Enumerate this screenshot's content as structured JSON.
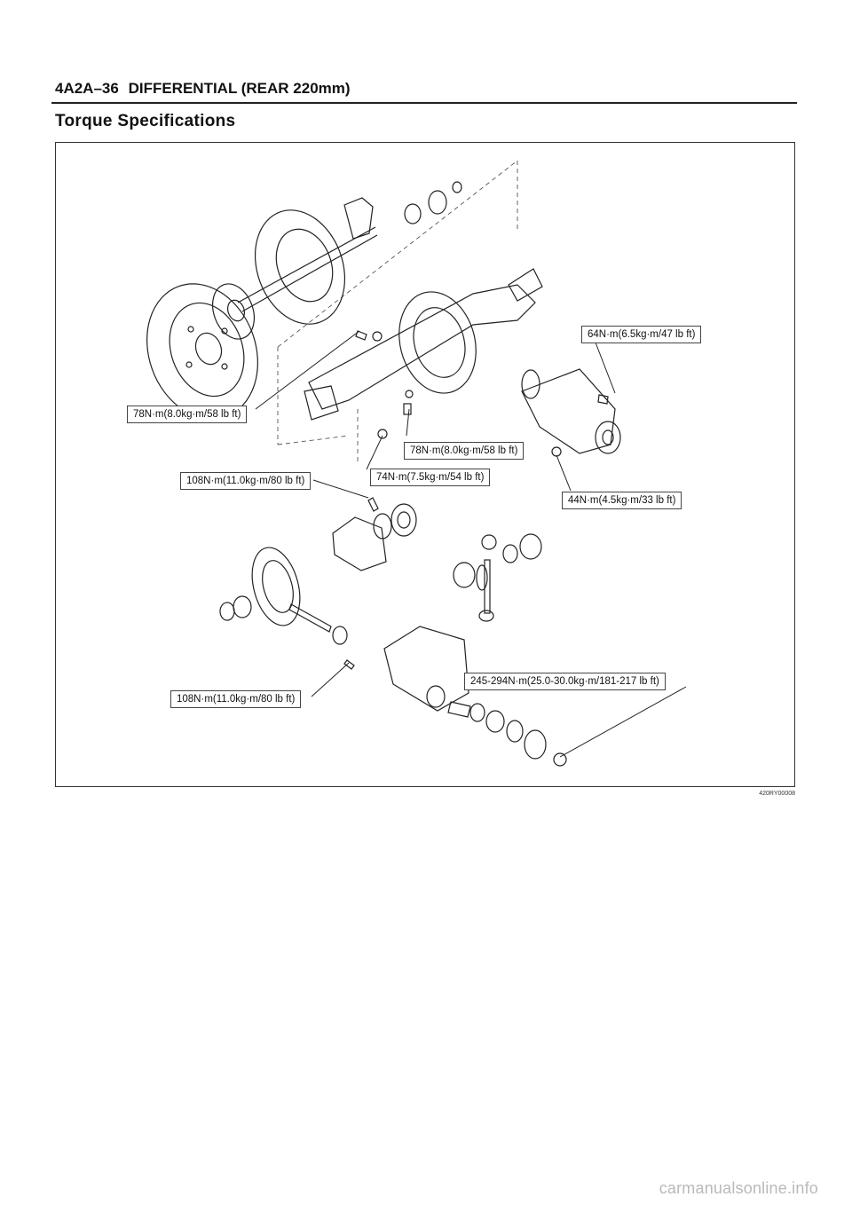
{
  "header": {
    "code": "4A2A–36",
    "title": "DIFFERENTIAL (REAR 220mm)"
  },
  "section_title": "Torque Specifications",
  "figure": {
    "callouts": [
      "64N·m(6.5kg·m/47 lb ft)",
      "78N·m(8.0kg·m/58 lb ft)",
      "78N·m(8.0kg·m/58 lb ft)",
      "74N·m(7.5kg·m/54 lb ft)",
      "108N·m(11.0kg·m/80 lb ft)",
      "44N·m(4.5kg·m/33 lb ft)",
      "245-294N·m(25.0-30.0kg·m/181-217 lb ft)",
      "108N·m(11.0kg·m/80 lb ft)"
    ],
    "figure_id": "420RY00008"
  },
  "watermark": "carmanualsonline.info"
}
